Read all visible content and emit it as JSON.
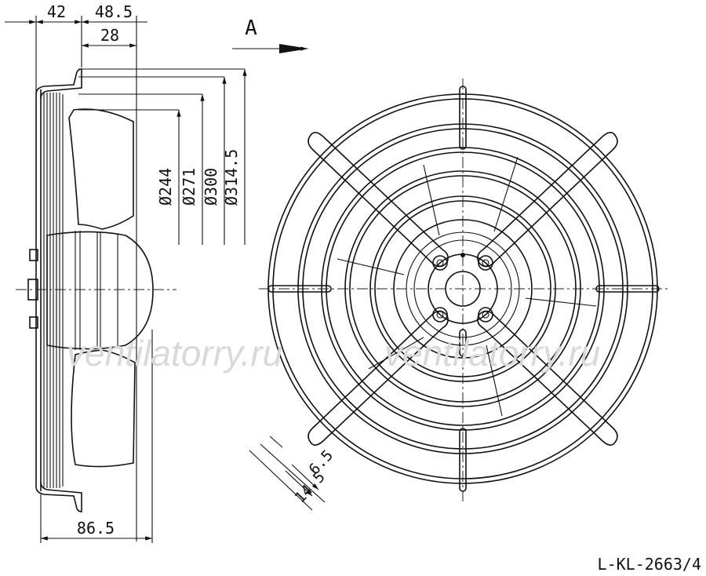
{
  "drawing": {
    "code": "L-KL-2663/4",
    "view_marker": "A",
    "watermarks": [
      "ventilatorry.ru",
      "ventilatorry.ru"
    ],
    "dimensions": {
      "top_left": "42",
      "top_right": "48.5",
      "mid": "28",
      "bottom": "86.5",
      "dia_244": "Ø244",
      "dia_271": "Ø271",
      "dia_300": "Ø300",
      "dia_3145": "Ø314.5",
      "slot_small": "6.5",
      "slot_large": "14.5"
    }
  }
}
